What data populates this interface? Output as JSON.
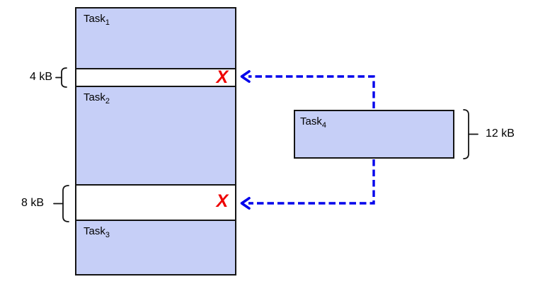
{
  "labels": {
    "task1": {
      "name": "Task",
      "sub": "1"
    },
    "task2": {
      "name": "Task",
      "sub": "2"
    },
    "task3": {
      "name": "Task",
      "sub": "3"
    },
    "task4": {
      "name": "Task",
      "sub": "4"
    },
    "gap1_size": "4 kB",
    "gap2_size": "8 kB",
    "task4_size": "12 kB",
    "reject_mark_1": "X",
    "reject_mark_2": "X"
  },
  "colors": {
    "task_fill": "#C6CFF7",
    "outline": "#141414",
    "arrow_blue": "#0000EB",
    "reject_red": "#EE0202",
    "background": "#FFFFFF"
  }
}
